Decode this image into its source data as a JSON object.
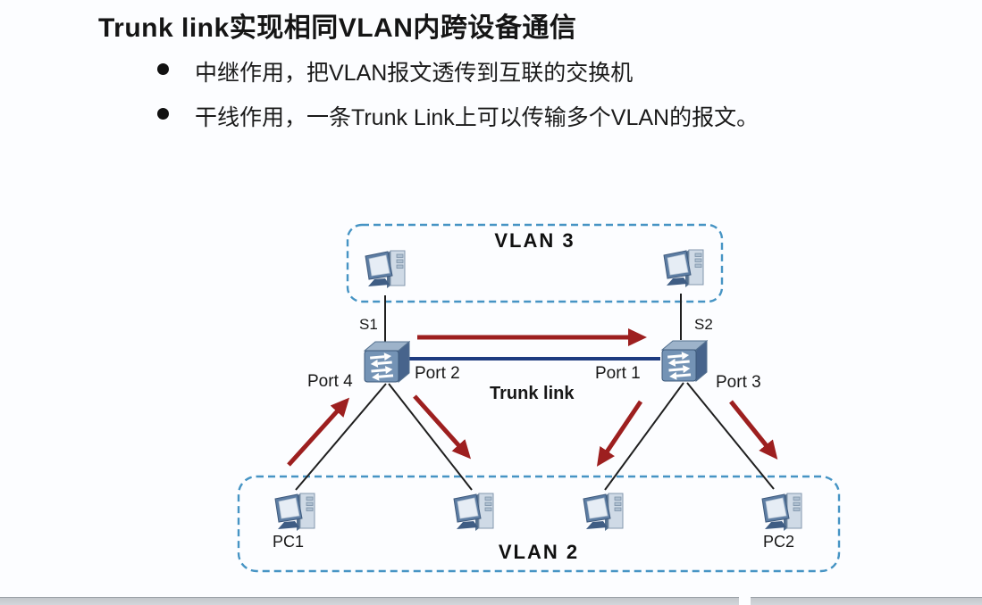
{
  "slide": {
    "title": "Trunk link实现相同VLAN内跨设备通信",
    "bullets": [
      "中继作用，把VLAN报文透传到互联的交换机",
      "干线作用，一条Trunk Link上可以传输多个VLAN的报文。"
    ]
  },
  "diagram": {
    "vlan3_label": "VLAN 3",
    "vlan2_label": "VLAN 2",
    "switch1_label": "S1",
    "switch2_label": "S2",
    "port1_label": "Port 1",
    "port2_label": "Port 2",
    "port3_label": "Port 3",
    "port4_label": "Port 4",
    "trunk_label": "Trunk link",
    "pc1_label": "PC1",
    "pc2_label": "PC2",
    "icons": [
      "pc-icon",
      "switch-icon",
      "arrowhead-icon"
    ]
  },
  "colors": {
    "vlan_border": "#4694c4",
    "trunk_blue": "#1e3b80",
    "arrow_red": "#9d1f1f",
    "connector_black": "#1f1f1f"
  }
}
